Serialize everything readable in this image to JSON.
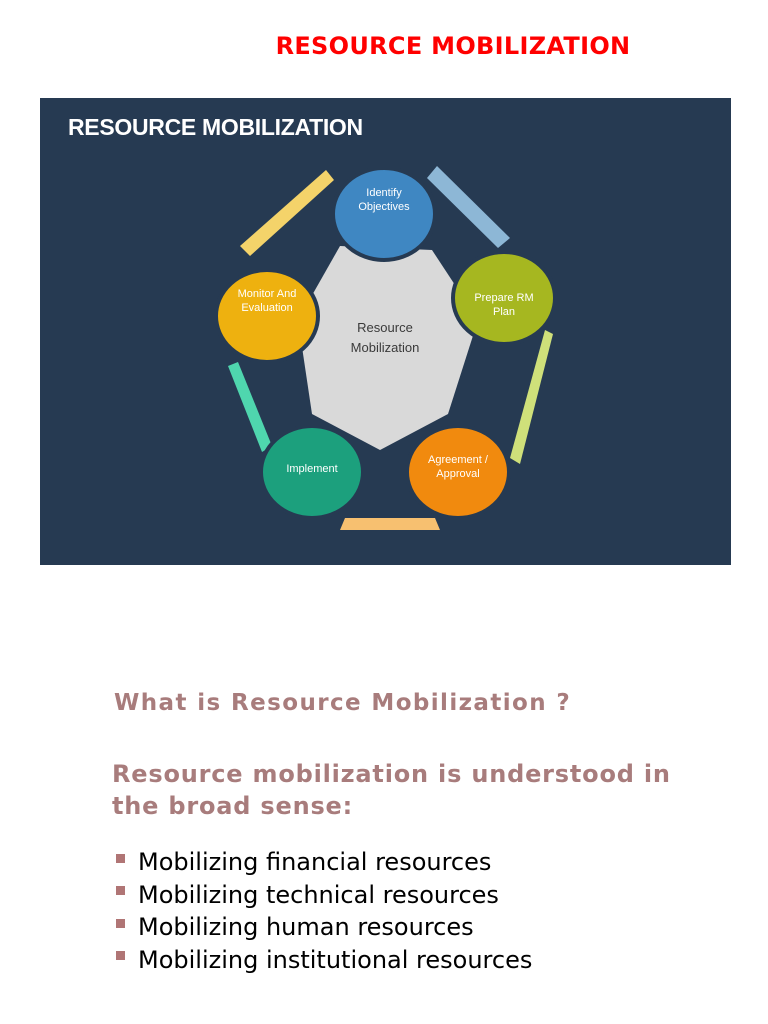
{
  "page": {
    "title": "RESOURCE MOBILIZATION"
  },
  "slide": {
    "heading": "RESOURCE MOBILIZATION",
    "center_label": [
      "Resource",
      "Mobilization"
    ],
    "nodes": [
      {
        "label": [
          "Identify",
          "Objectives"
        ],
        "color": "#3f87c2"
      },
      {
        "label": [
          "Prepare RM",
          "Plan"
        ],
        "color": "#a6b720"
      },
      {
        "label": [
          "Agreement /",
          "Approval"
        ],
        "color": "#f18a0e"
      },
      {
        "label": [
          "Implement"
        ],
        "color": "#1ca07d"
      },
      {
        "label": [
          "Monitor And",
          "Evaluation"
        ],
        "color": "#eeb10f"
      }
    ],
    "colors": {
      "background": "#263a52",
      "center_shape": "#d9d9d9"
    }
  },
  "content": {
    "question": "What is Resource Mobilization ?",
    "definition": "Resource mobilization is understood in the broad sense:",
    "bullets": [
      "Mobilizing financial resources",
      "Mobilizing technical resources",
      "Mobilizing human resources",
      "Mobilizing institutional resources"
    ],
    "colors": {
      "title": "#ff0000",
      "heading_text": "#a87c7c",
      "bullet_marker": "#b07575"
    }
  }
}
